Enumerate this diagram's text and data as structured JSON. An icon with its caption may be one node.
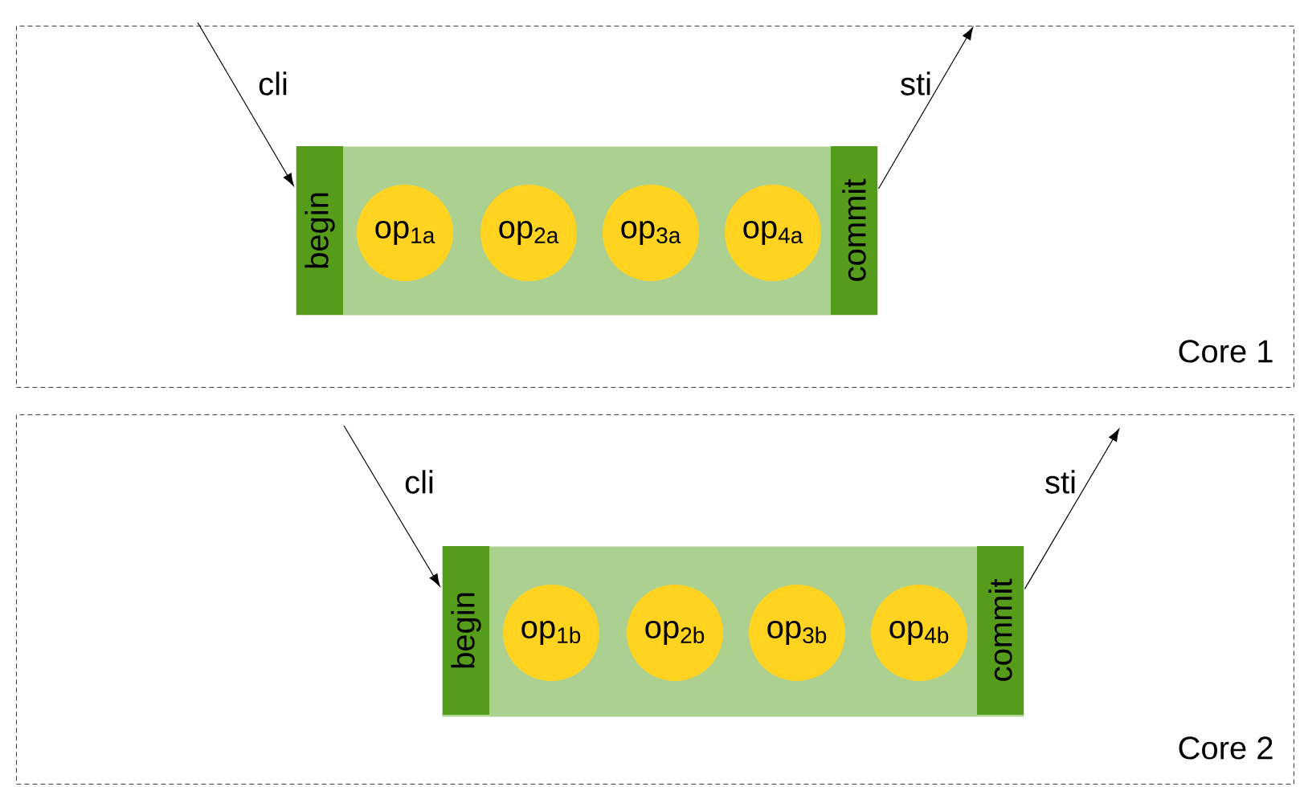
{
  "diagram": {
    "nodes": [
      {
        "text": [
          "Core 1"
        ]
      },
      {
        "text": [],
        "shape": "box",
        "in": 0
      },
      {
        "text": [
          "begin"
        ],
        "in": 1
      },
      {
        "text": [
          "op$_{1a}$"
        ],
        "in": 1
      },
      {
        "text": [
          "op$_{2a}$"
        ],
        "in": 1
      },
      {
        "text": [
          "op$_{3a}$"
        ],
        "in": 1
      },
      {
        "text": [
          "op$_{4a}$"
        ],
        "in": 1
      },
      {
        "text": [
          "commit"
        ],
        "in": 1
      },
      {
        "text": [
          "Core 2"
        ]
      },
      {
        "text": [],
        "shape": "box",
        "in": 8
      },
      {
        "text": [
          "begin"
        ],
        "in": 9
      },
      {
        "text": [
          "op$_{1b}$"
        ],
        "in": 9
      },
      {
        "text": [
          "op$_{2b}$"
        ],
        "in": 9
      },
      {
        "text": [
          "op$_{3b}$"
        ],
        "in": 9
      },
      {
        "text": [
          "op$_{4b}$"
        ],
        "in": 9
      },
      {
        "text": [
          "commit"
        ],
        "in": 9
      }
    ],
    "edges": [
      {
        "from": null,
        "to": 2,
        "arrow": "to",
        "label": "cli"
      },
      {
        "from": 7,
        "to": null,
        "arrow": "to",
        "label": "sti"
      },
      {
        "from": null,
        "to": 10,
        "arrow": "to",
        "label": "cli"
      },
      {
        "from": 15,
        "to": null,
        "arrow": "to",
        "label": "sti"
      }
    ]
  }
}
